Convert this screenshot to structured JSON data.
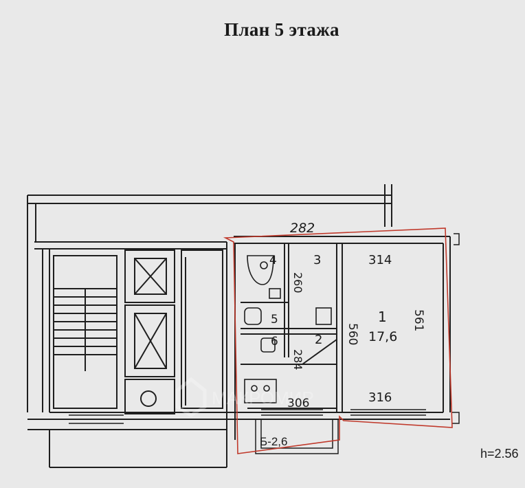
{
  "page": {
    "title": "План 5 этажа",
    "ceiling_height": "h=2.56"
  },
  "watermark": {
    "text": "МАКРОМИР"
  },
  "plan": {
    "overall_width": "282",
    "balcony": "Б-2,6",
    "rooms": [
      {
        "number": "1",
        "area": "17,6",
        "top": "314",
        "bottom": "316",
        "left": "560",
        "right": "561"
      },
      {
        "number": "2",
        "side": "284",
        "bottom": "306"
      },
      {
        "number": "3",
        "side": "260"
      },
      {
        "number": "4"
      },
      {
        "number": "5"
      },
      {
        "number": "6"
      }
    ]
  },
  "colors": {
    "paper": "#e9e9e9",
    "ink": "#1e1e1e",
    "outline": "#c0392b"
  }
}
